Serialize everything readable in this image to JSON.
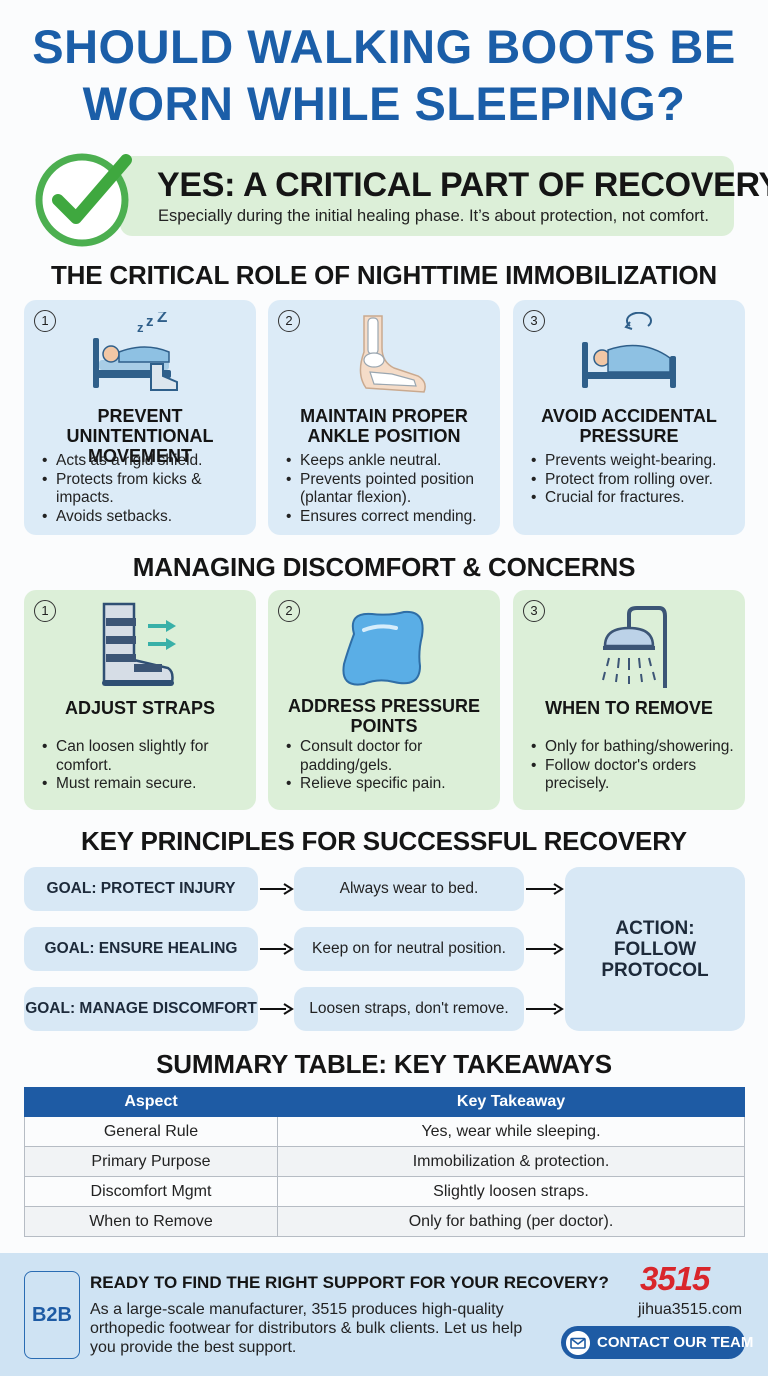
{
  "title": {
    "line1": "SHOULD WALKING BOOTS BE",
    "line2": "WORN WHILE SLEEPING?"
  },
  "answer": {
    "heading": "YES: A CRITICAL PART OF RECOVERY.",
    "subtext": "Especially during the initial healing phase. It’s about protection, not comfort.",
    "check_icon": "check-circle-icon",
    "color": "#4caf50"
  },
  "section1": {
    "heading": "THE CRITICAL ROLE OF NIGHTTIME IMMOBILIZATION",
    "cards": [
      {
        "num": "1",
        "icon": "sleeping-bed-icon",
        "title": "PREVENT UNINTENTIONAL MOVEMENT",
        "bullets": [
          "Acts as a rigid shield.",
          "Protects from kicks & impacts.",
          "Avoids setbacks."
        ]
      },
      {
        "num": "2",
        "icon": "ankle-bone-icon",
        "title": "MAINTAIN PROPER ANKLE POSITION",
        "bullets": [
          "Keeps ankle neutral.",
          "Prevents pointed position (plantar flexion).",
          "Ensures correct mending."
        ]
      },
      {
        "num": "3",
        "icon": "rolling-bed-icon",
        "title": "AVOID ACCIDENTAL PRESSURE",
        "bullets": [
          "Prevents weight-bearing.",
          "Protect from rolling over.",
          "Crucial for fractures."
        ]
      }
    ]
  },
  "section2": {
    "heading": "MANAGING DISCOMFORT & CONCERNS",
    "cards": [
      {
        "num": "1",
        "icon": "boot-straps-icon",
        "title": "ADJUST STRAPS",
        "bullets": [
          "Can loosen slightly for comfort.",
          "Must remain secure."
        ]
      },
      {
        "num": "2",
        "icon": "gel-pad-icon",
        "title": "ADDRESS PRESSURE POINTS",
        "bullets": [
          "Consult doctor for padding/gels.",
          "Relieve specific pain."
        ]
      },
      {
        "num": "3",
        "icon": "shower-icon",
        "title": "WHEN TO REMOVE",
        "bullets": [
          "Only for bathing/showering.",
          "Follow doctor's orders precisely."
        ]
      }
    ]
  },
  "section3": {
    "heading": "KEY PRINCIPLES FOR SUCCESSFUL RECOVERY",
    "rows": [
      {
        "goal": "GOAL: PROTECT INJURY",
        "step": "Always wear to bed."
      },
      {
        "goal": "GOAL: ENSURE HEALING",
        "step": "Keep on for neutral position."
      },
      {
        "goal": "GOAL: MANAGE DISCOMFORT",
        "step": "Loosen straps, don't remove."
      }
    ],
    "action": "ACTION: FOLLOW PROTOCOL"
  },
  "summary": {
    "heading": "SUMMARY TABLE: KEY TAKEAWAYS",
    "columns": [
      "Aspect",
      "Key Takeaway"
    ],
    "rows": [
      [
        "General Rule",
        "Yes, wear while sleeping."
      ],
      [
        "Primary Purpose",
        "Immobilization & protection."
      ],
      [
        "Discomfort Mgmt",
        "Slightly loosen straps."
      ],
      [
        "When to Remove",
        "Only for bathing (per doctor)."
      ]
    ]
  },
  "footer": {
    "badge": "B2B",
    "heading": "READY TO FIND THE RIGHT SUPPORT FOR YOUR RECOVERY?",
    "body": "As a large-scale manufacturer, 3515 produces high-quality orthopedic footwear for distributors & bulk clients. Let us help you provide the best support.",
    "logo": "3515",
    "website": "jihua3515.com",
    "contact_label": "CONTACT OUR TEAM",
    "contact_icon": "mail-icon"
  },
  "colors": {
    "title": "#1b5ea8",
    "blue_card": "#dcebf7",
    "green_card": "#dcefd8",
    "table_header": "#1e5ba4",
    "logo": "#d9262b"
  }
}
